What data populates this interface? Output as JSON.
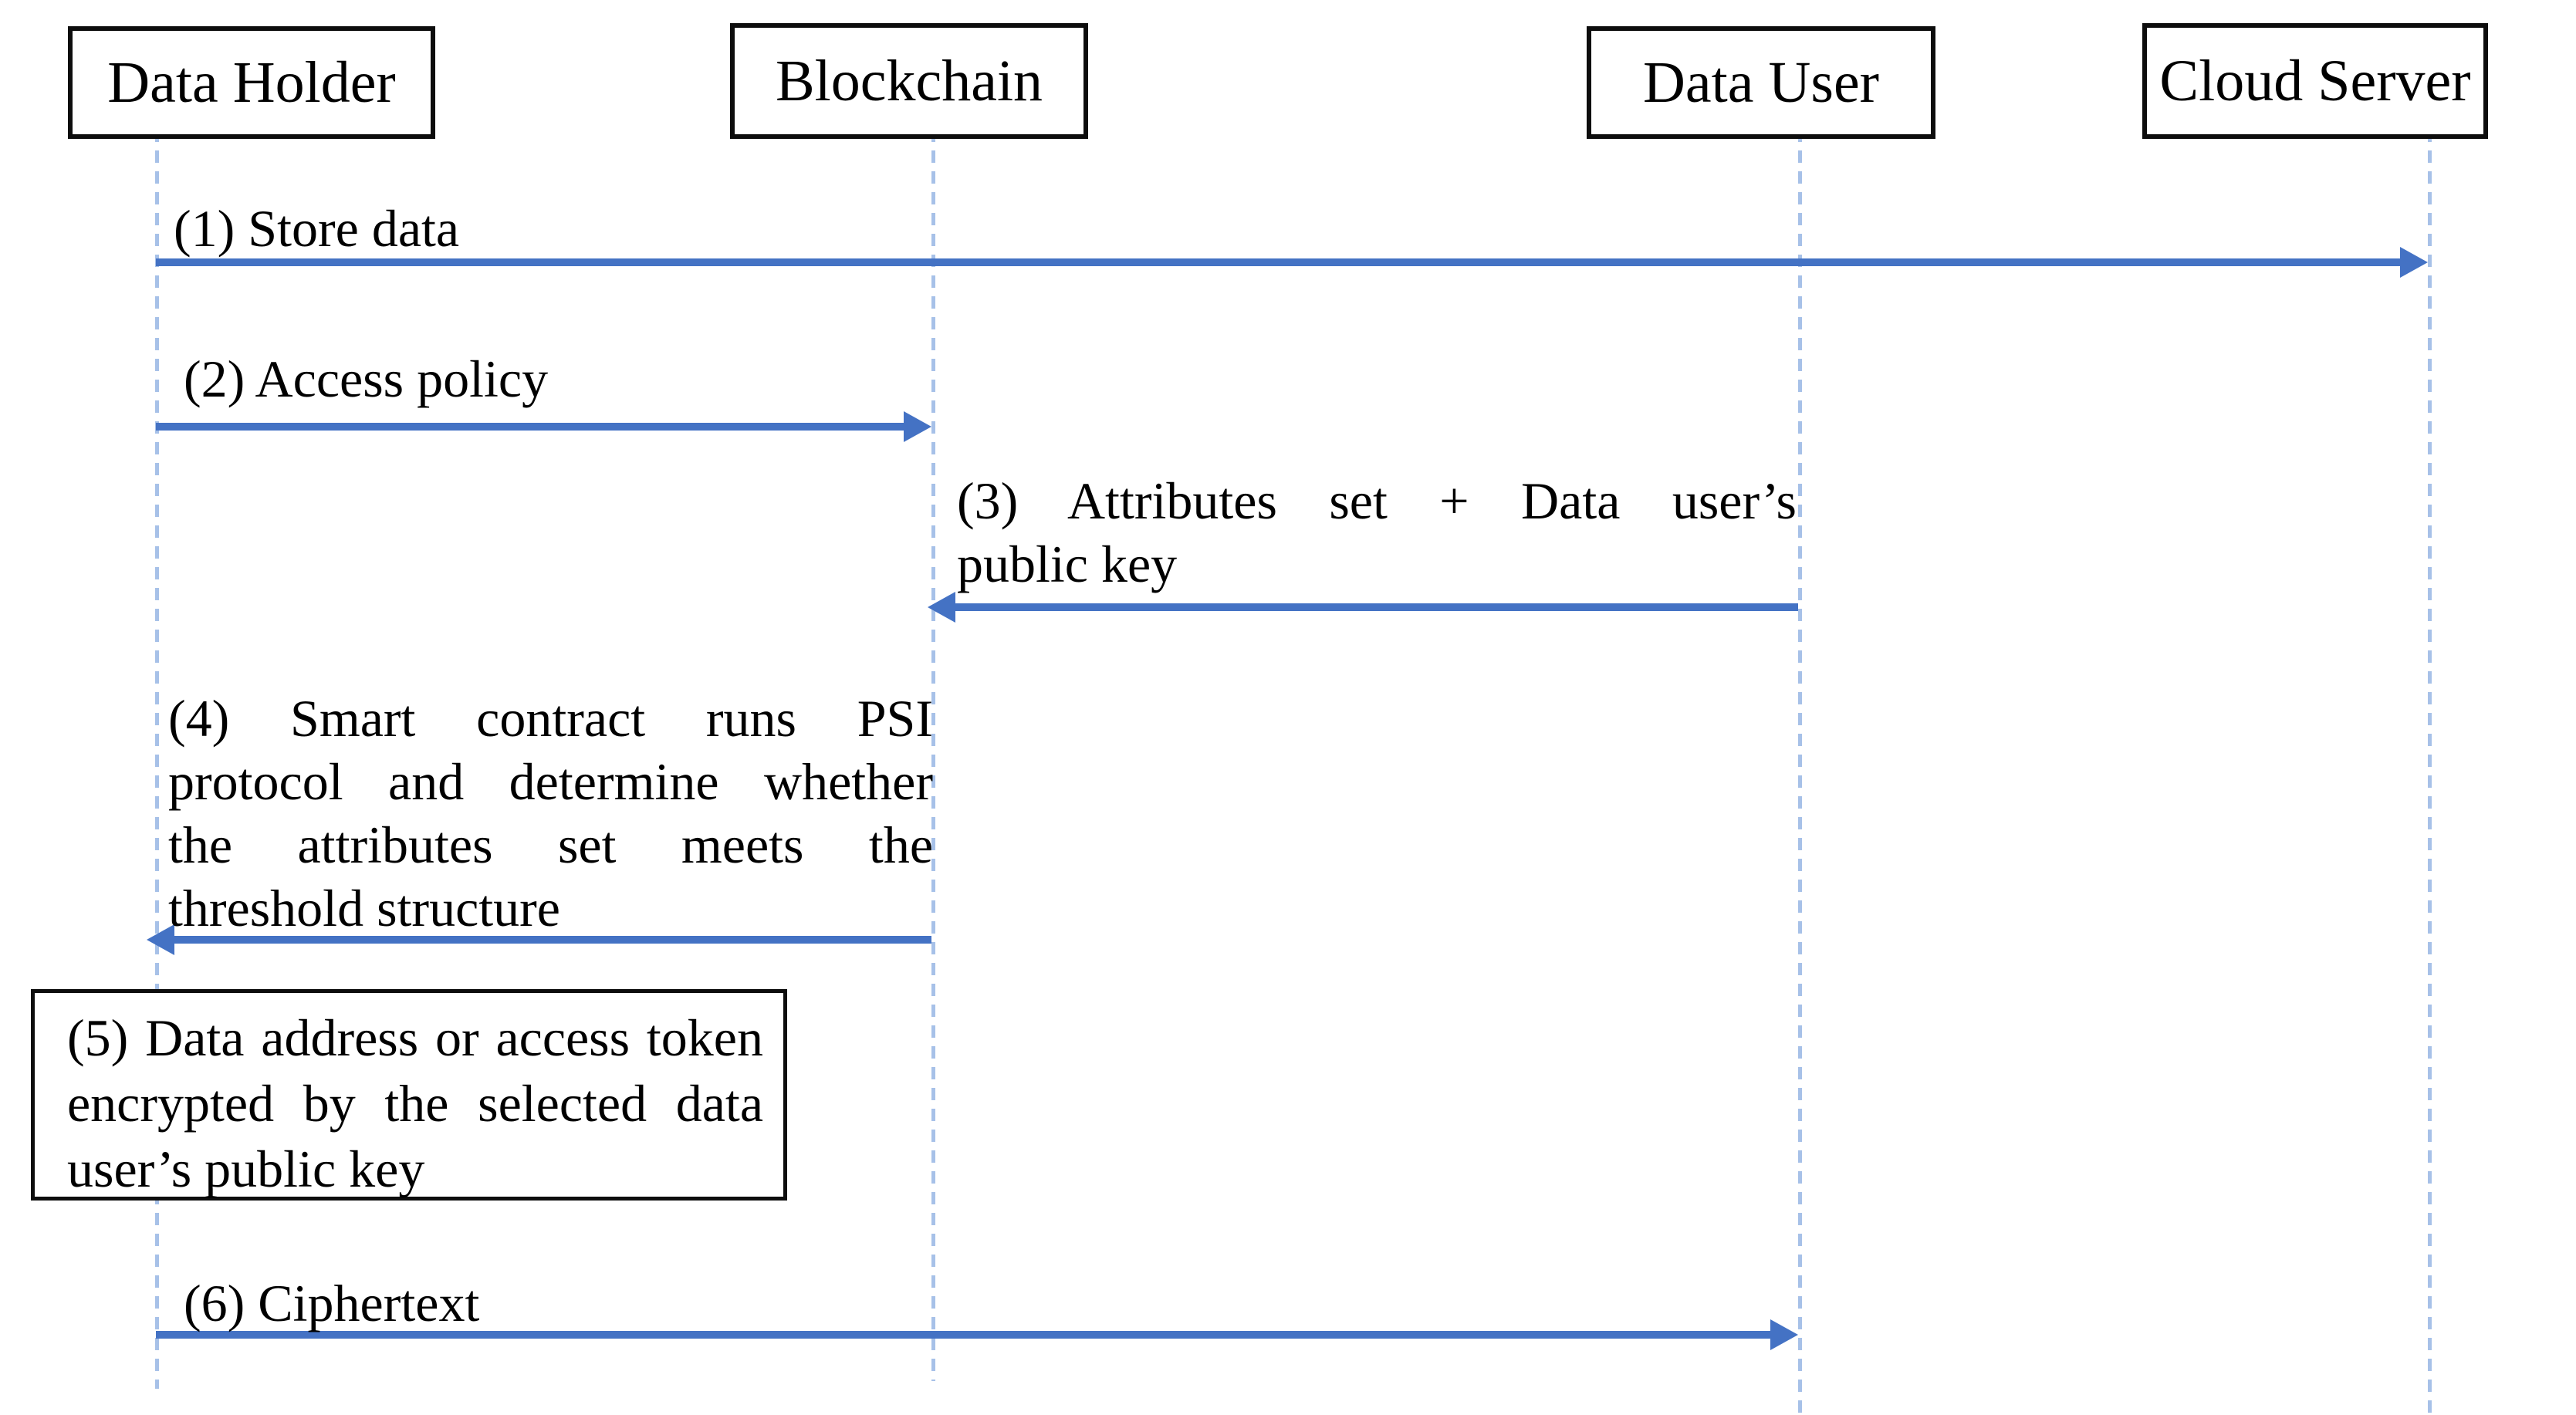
{
  "diagram": {
    "type": "sequence-diagram",
    "actors": [
      {
        "id": "data-holder",
        "label": "Data Holder"
      },
      {
        "id": "blockchain",
        "label": "Blockchain"
      },
      {
        "id": "data-user",
        "label": "Data User"
      },
      {
        "id": "cloud-server",
        "label": "Cloud Server"
      }
    ],
    "messages": [
      {
        "step": 1,
        "from": "Data Holder",
        "to": "Cloud Server",
        "direction": "right",
        "label": "(1) Store data",
        "label_lines": [
          "(1) Store data"
        ]
      },
      {
        "step": 2,
        "from": "Data Holder",
        "to": "Blockchain",
        "direction": "right",
        "label": "(2) Access policy",
        "label_lines": [
          "(2) Access policy"
        ]
      },
      {
        "step": 3,
        "from": "Data User",
        "to": "Blockchain",
        "direction": "left",
        "label": "(3) Attributes set + Data user’s public key",
        "label_lines": [
          "(3) Attributes set + Data user’s",
          "public key"
        ]
      },
      {
        "step": 4,
        "from": "Blockchain",
        "to": "Data Holder",
        "direction": "left",
        "label": "(4) Smart contract runs PSI protocol and determine whether the attributes set meets the threshold structure",
        "label_lines": [
          "(4) Smart contract runs PSI",
          "protocol and determine whether",
          "the attributes set meets the",
          "threshold structure"
        ]
      },
      {
        "step": 6,
        "from": "Data Holder",
        "to": "Data User",
        "direction": "right",
        "label": "(6) Ciphertext",
        "label_lines": [
          "(6) Ciphertext"
        ]
      }
    ],
    "note": {
      "step": 5,
      "label": "(5) Data address or access token encrypted by the selected data user’s public key",
      "label_lines": [
        "(5) Data address or access token",
        "encrypted by the selected data",
        "user’s public key"
      ]
    },
    "colors": {
      "arrow": "#4472C4",
      "lifeline": "#A7C1E8",
      "box_border": "#0d0d0d",
      "text": "#000000"
    }
  }
}
